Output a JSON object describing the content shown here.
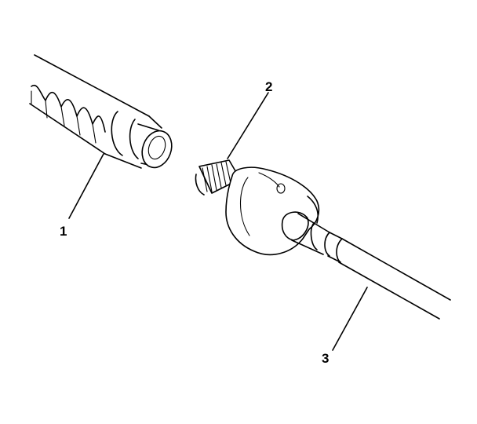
{
  "callouts": [
    {
      "id": "rack",
      "label": "1"
    },
    {
      "id": "inner-tie-rod-thread",
      "label": "2"
    },
    {
      "id": "inner-tie-rod",
      "label": "3"
    }
  ],
  "colors": {
    "line": "#000000",
    "background": "#ffffff"
  }
}
